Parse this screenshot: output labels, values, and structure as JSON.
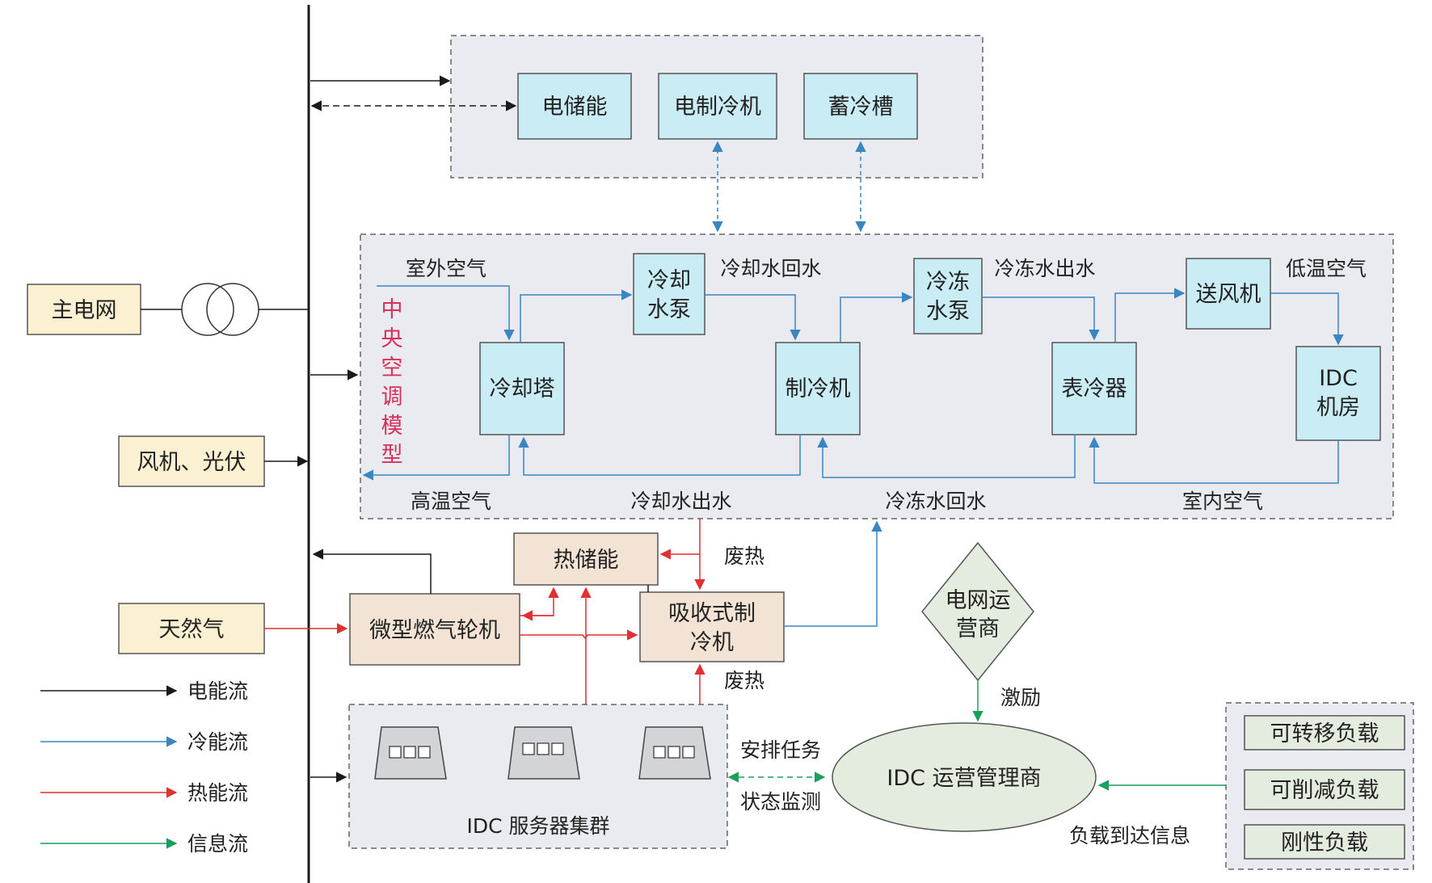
{
  "colors": {
    "electric": "#1a1a1a",
    "cold": "#3a86c0",
    "heat": "#e03030",
    "info": "#1aa05a",
    "cyan_box": "#c9ecf5",
    "sand_box": "#fbf1d2",
    "peach_box": "#f3e3d5",
    "group_bg": "#e9ebf1",
    "vertical_text": "#d8305a"
  },
  "sources": {
    "main_grid": "主电网",
    "wind_pv": "风机、光伏",
    "natural_gas": "天然气"
  },
  "storage": {
    "electric_storage": "电储能",
    "electric_chiller": "电制冷机",
    "cold_storage_tank": "蓄冷槽"
  },
  "hvac": {
    "title_chars": [
      "中",
      "央",
      "空",
      "调",
      "模",
      "型"
    ],
    "cooling_tower": "冷却塔",
    "cooling_pump_line1": "冷却",
    "cooling_pump_line2": "水泵",
    "chiller": "制冷机",
    "chilled_pump_line1": "冷冻",
    "chilled_pump_line2": "水泵",
    "surface_cooler": "表冷器",
    "supply_fan": "送风机",
    "idc_room_line1": "IDC",
    "idc_room_line2": "机房",
    "outdoor_air": "室外空气",
    "cooling_water_return": "冷却水回水",
    "chilled_water_supply": "冷冻水出水",
    "low_temp_air": "低温空气",
    "high_temp_air": "高温空气",
    "cooling_water_supply": "冷却水出水",
    "chilled_water_return": "冷冻水回水",
    "indoor_air": "室内空气"
  },
  "thermal": {
    "heat_storage": "热储能",
    "micro_gas_turbine": "微型燃气轮机",
    "absorption_chiller_line1": "吸收式制",
    "absorption_chiller_line2": "冷机",
    "waste_heat_top": "废热",
    "waste_heat_bottom": "废热"
  },
  "servers": {
    "cluster_label": "IDC 服务器集群",
    "assign_tasks": "安排任务",
    "status_monitor": "状态监测"
  },
  "management": {
    "grid_operator_line1": "电网运",
    "grid_operator_line2": "营商",
    "incentive": "激励",
    "idc_manager": "IDC 运营管理商",
    "load_arrival_info": "负载到达信息"
  },
  "loads": {
    "transferable": "可转移负载",
    "reducible": "可削减负载",
    "rigid": "刚性负载"
  },
  "legend": [
    {
      "label": "电能流",
      "color": "#1a1a1a"
    },
    {
      "label": "冷能流",
      "color": "#3a86c0"
    },
    {
      "label": "热能流",
      "color": "#e03030"
    },
    {
      "label": "信息流",
      "color": "#1aa05a"
    }
  ]
}
